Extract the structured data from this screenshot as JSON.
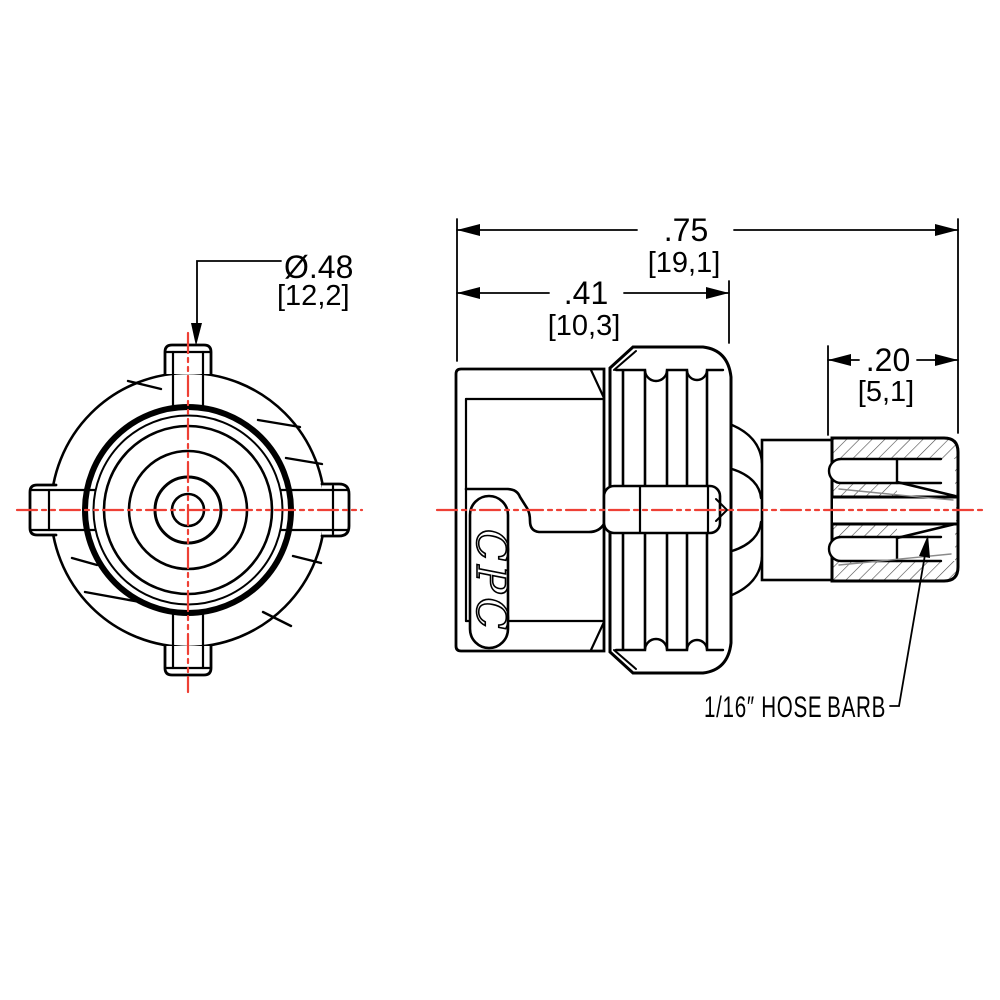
{
  "drawing": {
    "type": "engineering-drawing",
    "part": "in-line hose barb coupling insert",
    "logo_text": "CPC",
    "colors": {
      "line": "#000000",
      "centerline": "#ee4035",
      "hatch": "#4a4a4a",
      "background": "#ffffff"
    },
    "dimensions": {
      "diameter": {
        "value": "Ø.48",
        "metric": "[12,2]"
      },
      "overall_length": {
        "value": ".75",
        "metric": "[19,1]"
      },
      "body_length": {
        "value": ".41",
        "metric": "[10,3]"
      },
      "barb_length": {
        "value": ".20",
        "metric": "[5,1]"
      }
    },
    "labels": {
      "hose_barb": "1/16″ HOSE BARB"
    }
  }
}
